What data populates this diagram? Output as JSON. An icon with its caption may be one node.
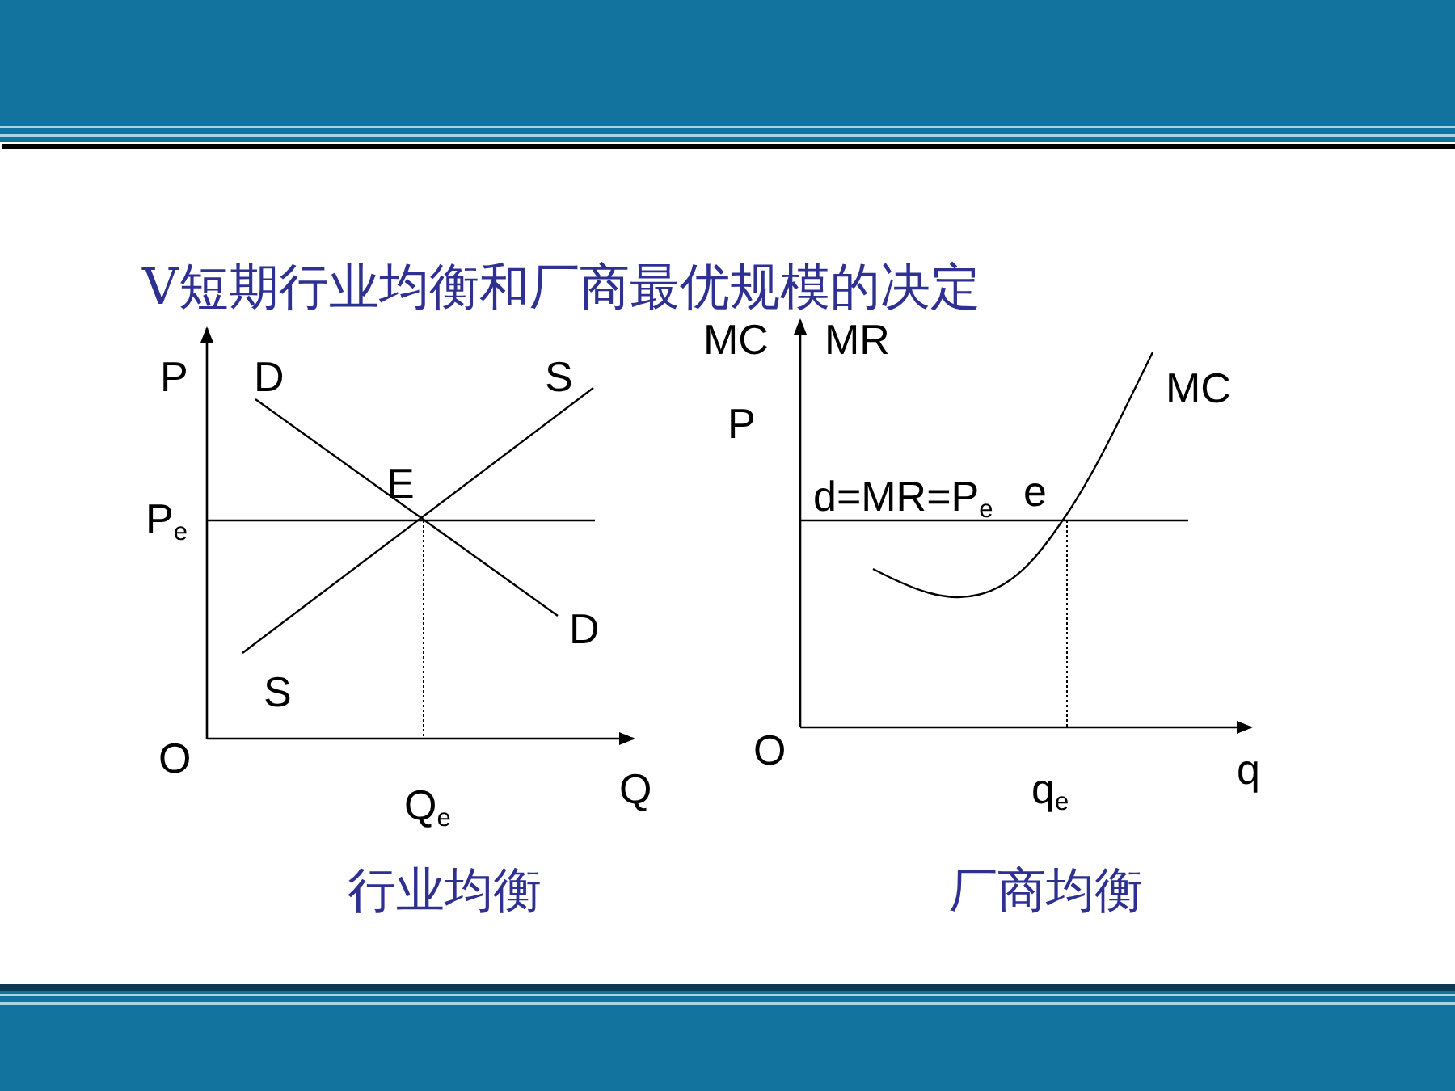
{
  "diagram": {
    "title": "V短期行业均衡和厂商最优规模的决定",
    "labels": [
      "P",
      "D",
      "S",
      "E",
      "P$_{e}$",
      "D",
      "S",
      "O",
      "Q",
      "Q$_{e}$",
      "行业均衡",
      "MC",
      "MR",
      "P",
      "MC",
      "d=MR=P$_{e}$",
      "e",
      "O",
      "q",
      "q$_{e}$",
      "厂商均衡"
    ]
  }
}
